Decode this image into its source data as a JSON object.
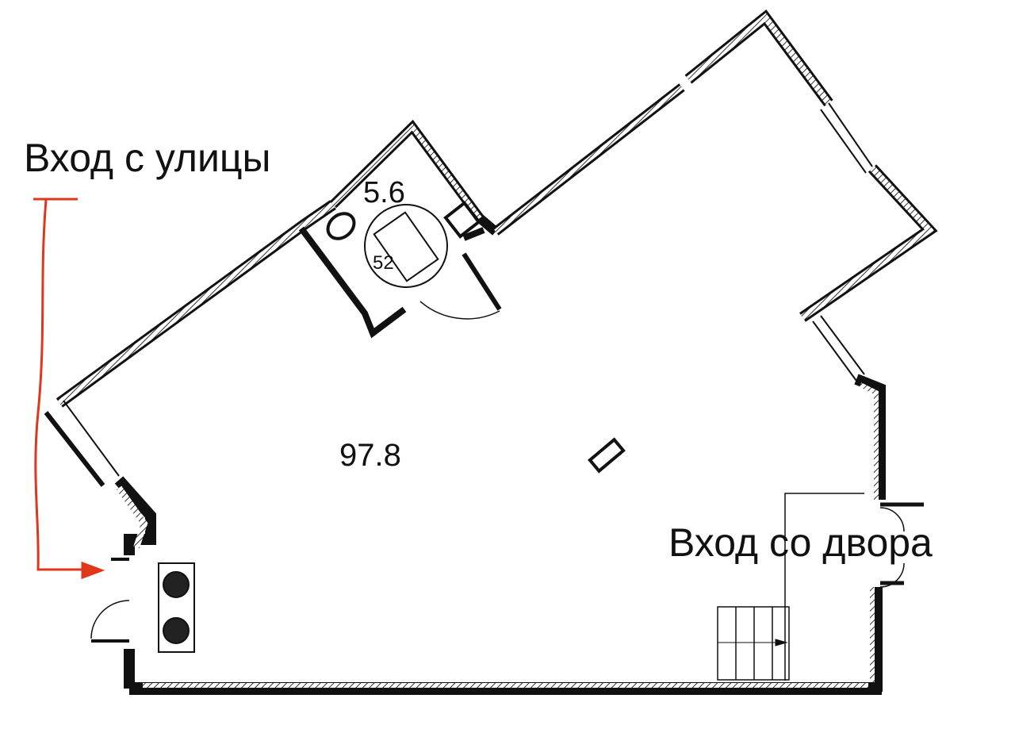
{
  "labels": {
    "street_entrance": "Вход с улицы",
    "yard_entrance": "Вход со двора"
  },
  "rooms": {
    "main_area": "97.8",
    "bathroom_area": "5.6",
    "bathroom_fixture_number": "52"
  },
  "colors": {
    "wall": "#111111",
    "arrow": "#e0361b"
  }
}
